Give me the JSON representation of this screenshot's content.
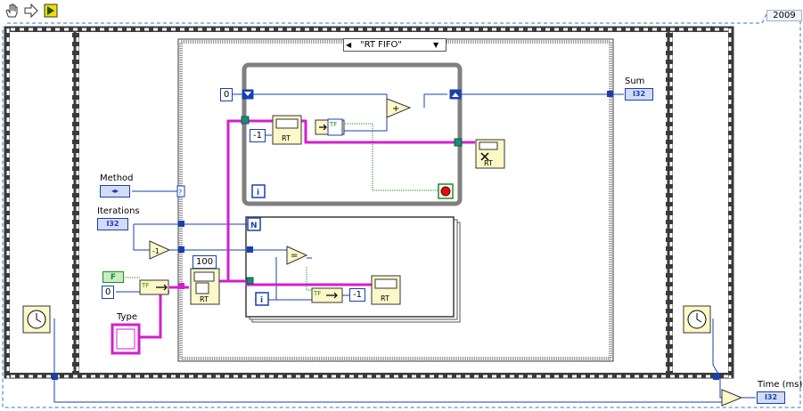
{
  "toolbar": {
    "items": [
      {
        "name": "operate-hand-icon"
      },
      {
        "name": "run-arrow-icon"
      },
      {
        "name": "highlight-execution-icon"
      }
    ]
  },
  "version_label": "2009",
  "case_selector": {
    "value": "\"RT FIFO\"",
    "left_arrow": "◀",
    "right_arrow": "▼"
  },
  "labels": {
    "method": "Method",
    "iterations": "Iterations",
    "type": "Type",
    "sum": "Sum",
    "time": "Time (ms)"
  },
  "terminals": {
    "iterations_type": "I32",
    "sum_type": "I32",
    "time_type": "I32",
    "bool_const": "F"
  },
  "constants": {
    "zero_top": "0",
    "zero_left": "0",
    "fifo_size": "100",
    "neg_one_top": "-1",
    "neg_one_bottom": "-1",
    "neg_one_decrement": "-1"
  },
  "node_text": {
    "rt": "RT",
    "tf": "TF",
    "n": "N",
    "i": "i",
    "plus": "+",
    "equals": "=",
    "minus_one": "-1"
  },
  "colors": {
    "wire_numeric": "#1a3fb0",
    "wire_cluster": "#d21fcf",
    "wire_boolean": "#1f8c1f",
    "frame_dark": "#3a3a3a",
    "loop_gray": "#808080",
    "node_fill": "#fdf8c8",
    "stop_red": "#e01010",
    "canvas_border": "#2f79c4"
  }
}
